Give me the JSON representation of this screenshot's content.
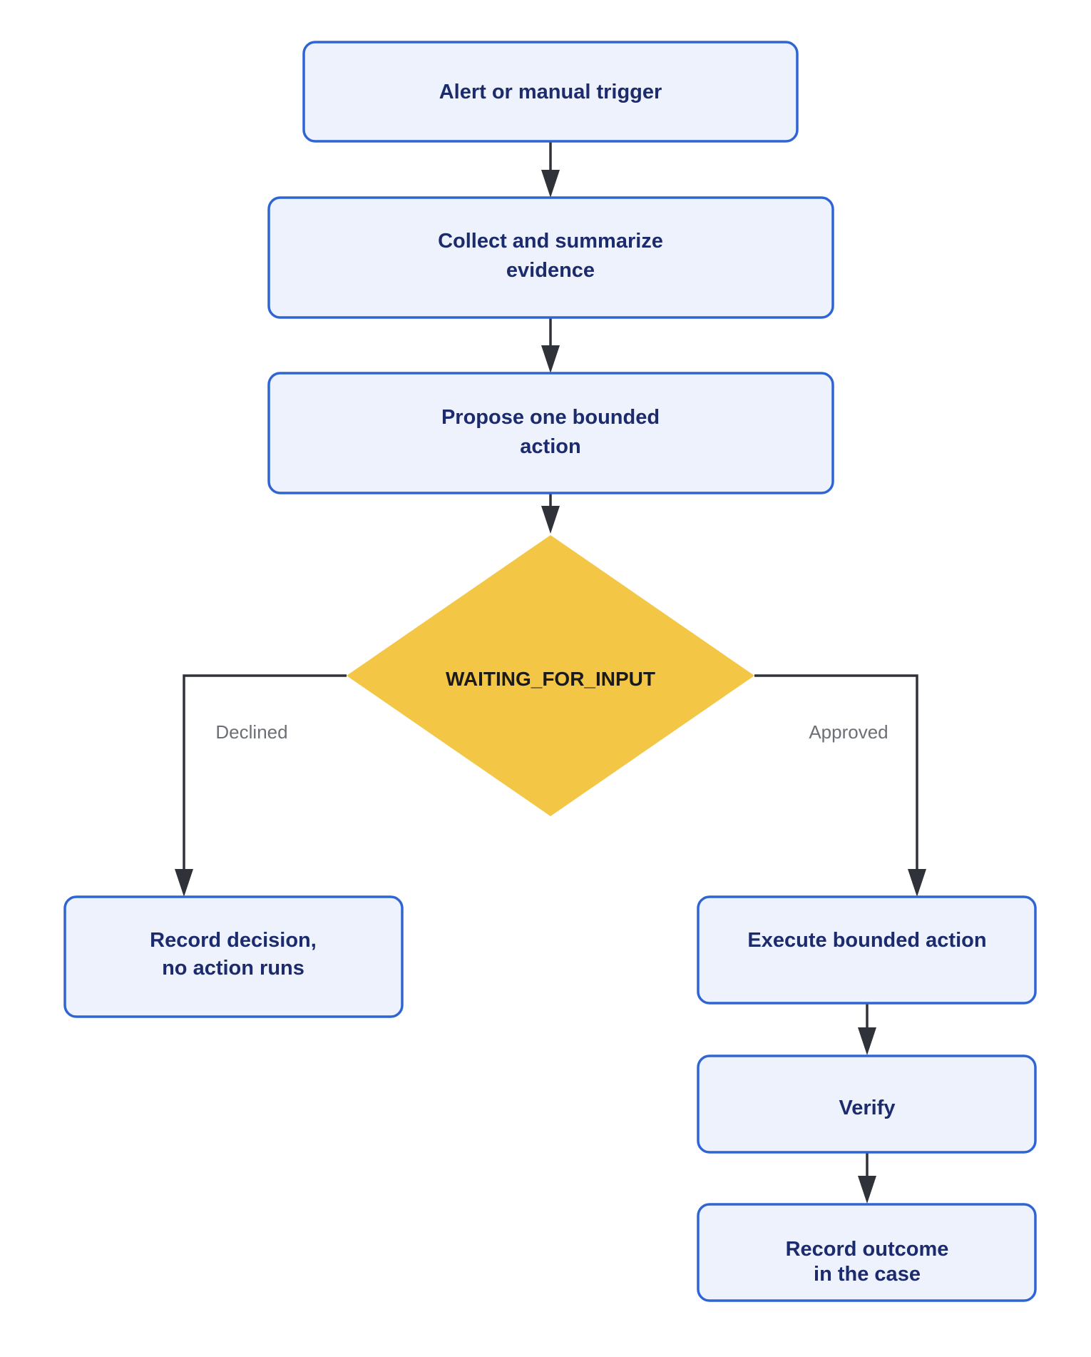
{
  "colors": {
    "node_fill": "#edf2fc",
    "node_border": "#2f64d3",
    "node_text": "#1c2a6e",
    "decision_fill": "#f3c645",
    "edge": "#30323a",
    "edge_label": "#6b6f76"
  },
  "nodes": {
    "alert": {
      "lines": [
        "Alert or manual trigger"
      ]
    },
    "collect": {
      "lines": [
        "Collect and summarize",
        "evidence"
      ]
    },
    "propose": {
      "lines": [
        "Propose one bounded",
        "action"
      ]
    },
    "decision": {
      "label": "WAITING_FOR_INPUT"
    },
    "record_decision": {
      "lines": [
        "Record decision,",
        "no action runs"
      ]
    },
    "execute": {
      "lines": [
        "Execute bounded action"
      ]
    },
    "verify": {
      "lines": [
        "Verify"
      ]
    },
    "record_outcome": {
      "lines": [
        "Record outcome",
        "in the case"
      ]
    }
  },
  "edges": {
    "declined_label": "Declined",
    "approved_label": "Approved"
  }
}
